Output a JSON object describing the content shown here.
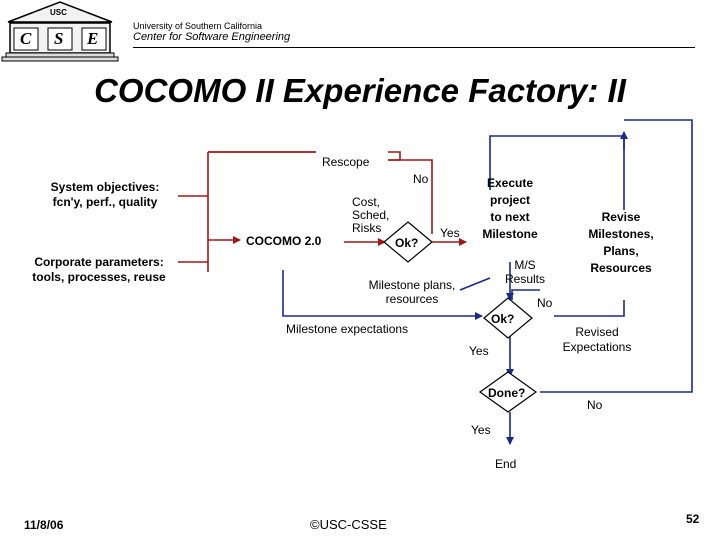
{
  "header": {
    "logo_letters": [
      "C",
      "S",
      "E"
    ],
    "logo_top": "USC",
    "university": "University of Southern California",
    "center": "Center for Software  Engineering"
  },
  "title": "COCOMO II Experience Factory: II",
  "diagram": {
    "system_objectives": "System objectives:\nfcn'y, perf., quality",
    "corporate_parameters": "Corporate parameters:\ntools, processes, reuse",
    "cocomo": "COCOMO 2.0",
    "rescope": "Rescope",
    "cost_sched_risks": "Cost,\nSched,\nRisks",
    "ok1": "Ok?",
    "no1": "No",
    "yes1": "Yes",
    "execute": "Execute\nproject\nto next\nMilestone",
    "ms_results": "M/S\nResults",
    "milestone_plans": "Milestone plans,\nresources",
    "ok2": "Ok?",
    "no2": "No",
    "revise": "Revise\nMilestones,\nPlans,\nResources",
    "milestone_expectations": "Milestone expectations",
    "revised_expectations": "Revised\nExpectations",
    "yes2": "Yes",
    "done": "Done?",
    "no3": "No",
    "yes3": "Yes",
    "end": "End"
  },
  "footer": {
    "date": "11/8/06",
    "copyright": "©USC-CSSE",
    "page": "52"
  },
  "colors": {
    "flow_red": "#a01818",
    "flow_blue": "#1a2a8c"
  }
}
